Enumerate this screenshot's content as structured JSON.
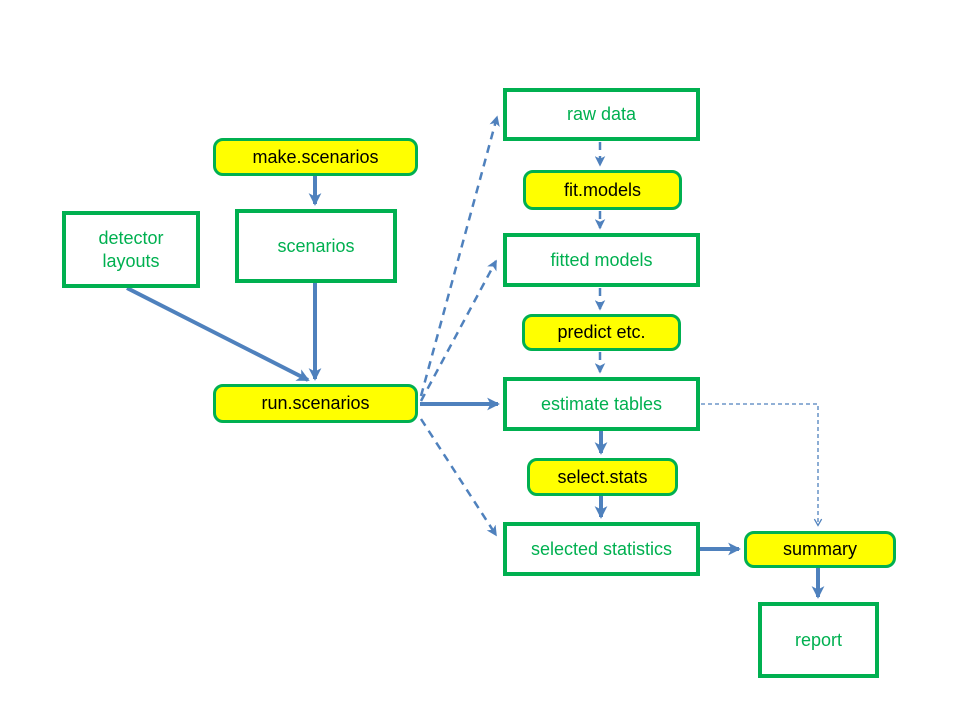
{
  "background": "#ffffff",
  "palette": {
    "box_border_green": "#00b050",
    "data_box_text_green": "#00b050",
    "function_box_fill_yellow": "#ffff00",
    "function_box_text_black": "#000000",
    "arrow_blue": "#4f81bd"
  },
  "nodes": {
    "make_scenarios": {
      "label": "make.scenarios",
      "kind": "function"
    },
    "detector_layouts": {
      "label": "detector layouts",
      "kind": "data"
    },
    "scenarios": {
      "label": "scenarios",
      "kind": "data"
    },
    "run_scenarios": {
      "label": "run.scenarios",
      "kind": "function"
    },
    "raw_data": {
      "label": "raw data",
      "kind": "data"
    },
    "fit_models": {
      "label": "fit.models",
      "kind": "function"
    },
    "fitted_models": {
      "label": "fitted models",
      "kind": "data"
    },
    "predict_etc": {
      "label": "predict etc.",
      "kind": "function"
    },
    "estimate_tables": {
      "label": "estimate tables",
      "kind": "data"
    },
    "select_stats": {
      "label": "select.stats",
      "kind": "function"
    },
    "selected_statistics": {
      "label": "selected statistics",
      "kind": "data"
    },
    "summary": {
      "label": "summary",
      "kind": "function"
    },
    "report": {
      "label": "report",
      "kind": "data"
    }
  },
  "edges": [
    {
      "from": "make.scenarios",
      "to": "scenarios",
      "style": "solid"
    },
    {
      "from": "scenarios",
      "to": "run.scenarios",
      "style": "solid"
    },
    {
      "from": "detector layouts",
      "to": "run.scenarios",
      "style": "solid"
    },
    {
      "from": "run.scenarios",
      "to": "estimate tables",
      "style": "solid"
    },
    {
      "from": "run.scenarios",
      "to": "raw data",
      "style": "dashed"
    },
    {
      "from": "run.scenarios",
      "to": "fitted models",
      "style": "dashed"
    },
    {
      "from": "run.scenarios",
      "to": "selected statistics",
      "style": "dashed"
    },
    {
      "from": "raw data",
      "to": "fit.models",
      "style": "dashed"
    },
    {
      "from": "fit.models",
      "to": "fitted models",
      "style": "dashed"
    },
    {
      "from": "fitted models",
      "to": "predict etc.",
      "style": "dashed"
    },
    {
      "from": "predict etc.",
      "to": "estimate tables",
      "style": "dashed"
    },
    {
      "from": "estimate tables",
      "to": "select.stats",
      "style": "solid"
    },
    {
      "from": "select.stats",
      "to": "selected statistics",
      "style": "solid"
    },
    {
      "from": "selected statistics",
      "to": "summary",
      "style": "solid"
    },
    {
      "from": "estimate tables",
      "to": "summary",
      "style": "thin-dashed"
    },
    {
      "from": "summary",
      "to": "report",
      "style": "solid"
    }
  ]
}
